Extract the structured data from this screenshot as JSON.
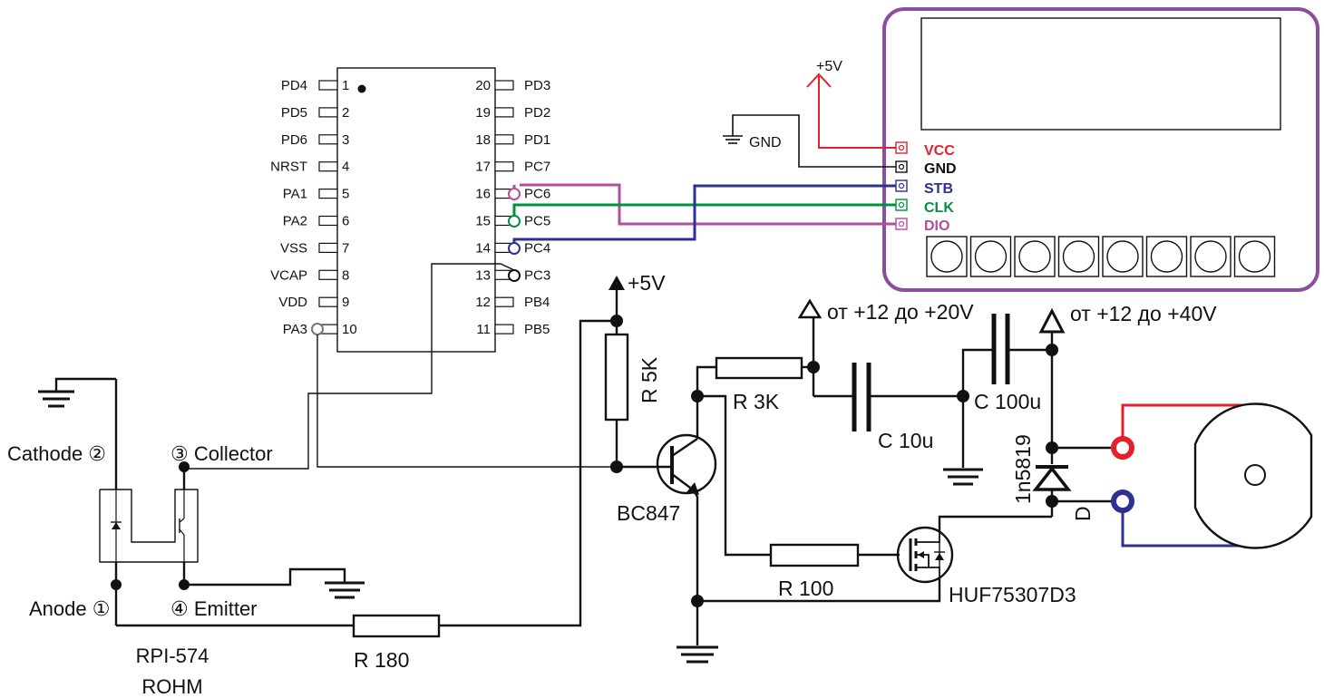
{
  "mcu": {
    "left_pins": [
      {
        "name": "PD4",
        "num": "1"
      },
      {
        "name": "PD5",
        "num": "2"
      },
      {
        "name": "PD6",
        "num": "3"
      },
      {
        "name": "NRST",
        "num": "4"
      },
      {
        "name": "PA1",
        "num": "5"
      },
      {
        "name": "PA2",
        "num": "6"
      },
      {
        "name": "VSS",
        "num": "7"
      },
      {
        "name": "VCAP",
        "num": "8"
      },
      {
        "name": "VDD",
        "num": "9"
      },
      {
        "name": "PA3",
        "num": "10"
      }
    ],
    "right_pins": [
      {
        "name": "PD3",
        "num": "20"
      },
      {
        "name": "PD2",
        "num": "19"
      },
      {
        "name": "PD1",
        "num": "18"
      },
      {
        "name": "PC7",
        "num": "17"
      },
      {
        "name": "PC6",
        "num": "16"
      },
      {
        "name": "PC5",
        "num": "15"
      },
      {
        "name": "PC4",
        "num": "14"
      },
      {
        "name": "PC3",
        "num": "13"
      },
      {
        "name": "PB4",
        "num": "12"
      },
      {
        "name": "PB5",
        "num": "11"
      }
    ]
  },
  "display": {
    "vcc": "VCC",
    "gnd": "GND",
    "stb": "STB",
    "clk": "CLK",
    "dio": "DIO",
    "supply_label": "+5V",
    "gnd_label": "GND",
    "button_count": 8
  },
  "sensor": {
    "cathode": "Cathode ②",
    "anode": "Anode ①",
    "collector": "③ Collector",
    "emitter": "④ Emitter",
    "part_line1": "RPI-574",
    "part_line2": "ROHM"
  },
  "components": {
    "r5k": "R 5K",
    "vcc5": "+5V",
    "r3k": "R 3K",
    "r100": "R 100",
    "r180": "R 180",
    "bc847": "BC847",
    "c10u": "C 10u",
    "c100u": "C 100u",
    "supply1": "от +12 до +20V",
    "supply2": "от +12 до +40V",
    "diode": "1n5819",
    "diode_ref": "D",
    "mosfet": "HUF75307D3"
  },
  "colors": {
    "vcc": "#e3202b",
    "gnd": "#111111",
    "stb": "#2e3192",
    "clk": "#00923f",
    "dio": "#b44e9a",
    "frame": "#8a4f9e",
    "motor_plus": "#e3202b",
    "motor_minus": "#2e3192"
  }
}
